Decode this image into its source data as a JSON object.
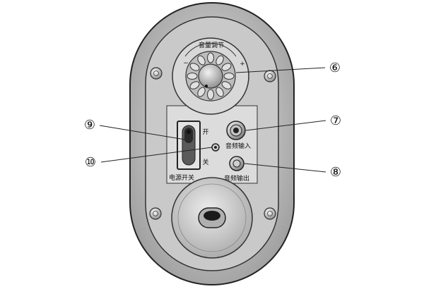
{
  "panel": {
    "volume_title": "音量调节",
    "volume_minus": "−",
    "volume_plus": "+",
    "switch_on": "开",
    "switch_off": "关",
    "power_switch_label": "电源开关",
    "audio_in_label": "音频输入",
    "audio_out_label": "音频输出"
  },
  "callouts": {
    "c6": "⑥",
    "c7": "⑦",
    "c8": "⑧",
    "c9": "⑨",
    "c10": "⑩"
  }
}
